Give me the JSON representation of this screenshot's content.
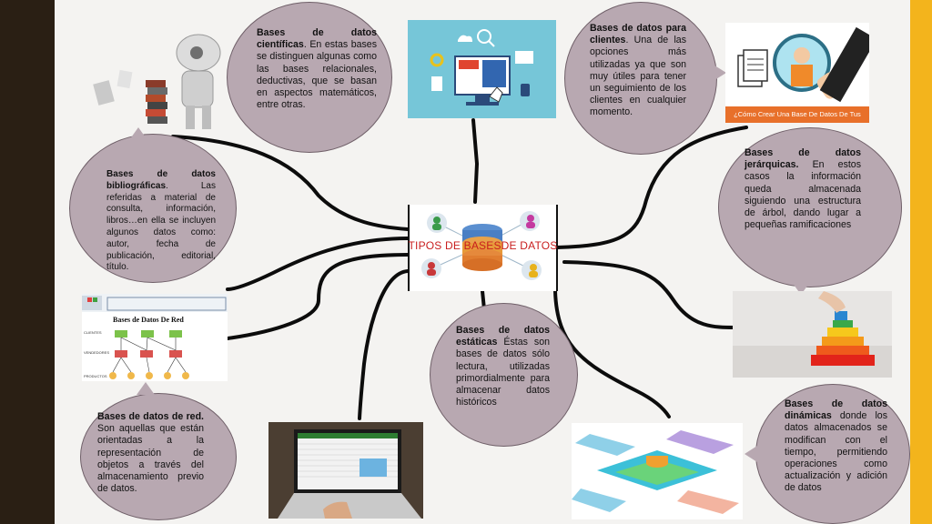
{
  "center": {
    "title": "TIPOS DE BASESDE DATOS"
  },
  "bubbles": {
    "cientificas": {
      "bold": "Bases de datos científicas",
      "text": ". En estas bases se distinguen algunas como las bases relacionales, deductivas, que se basan en aspectos matemáticos, entre otras."
    },
    "clientes": {
      "bold": "Bases de datos para clientes",
      "text": ". Una de las opciones más utilizadas ya que son muy útiles para tener un seguimiento de los clientes en cualquier momento."
    },
    "bibliograficas": {
      "bold": "Bases de datos bibliográficas",
      "text": ". Las referidas a material de consulta, información, libros…en ella se incluyen algunos datos como: autor, fecha de publicación, editorial, título."
    },
    "jerarquicas": {
      "bold": "Bases de datos jerárquicas.",
      "text": " En estos casos la información queda almacenada siguiendo una estructura de árbol, dando lugar a pequeñas ramificaciones"
    },
    "estaticas": {
      "bold": "Bases de datos estáticas",
      "text": " Éstas son bases de datos sólo lectura, utilizadas primordialmente para almacenar datos históricos"
    },
    "red": {
      "bold": "Bases de datos de red.",
      "text": " Son aquellas que están orientadas a la representación de objetos a través del almacenamiento previo de datos."
    },
    "dinamicas": {
      "bold": "Bases de datos dinámicas",
      "text": " donde los datos almacenados se modifican con el tiempo, permitiendo operaciones como actualización y adición de datos"
    }
  },
  "images": {
    "clientes_caption": "¿Cómo Crear Una Base De Datos De Tus Clientes?",
    "red_title": "Bases de Datos De Red",
    "red_row_labels": [
      "CLIENTES",
      "VENDEDORES",
      "PRODUCTOS"
    ]
  },
  "colors": {
    "bubble": "#b8a8b1",
    "title_red": "#c81e1e",
    "accent_yellow": "#f3b41c",
    "dark_band": "#2a1f14"
  }
}
